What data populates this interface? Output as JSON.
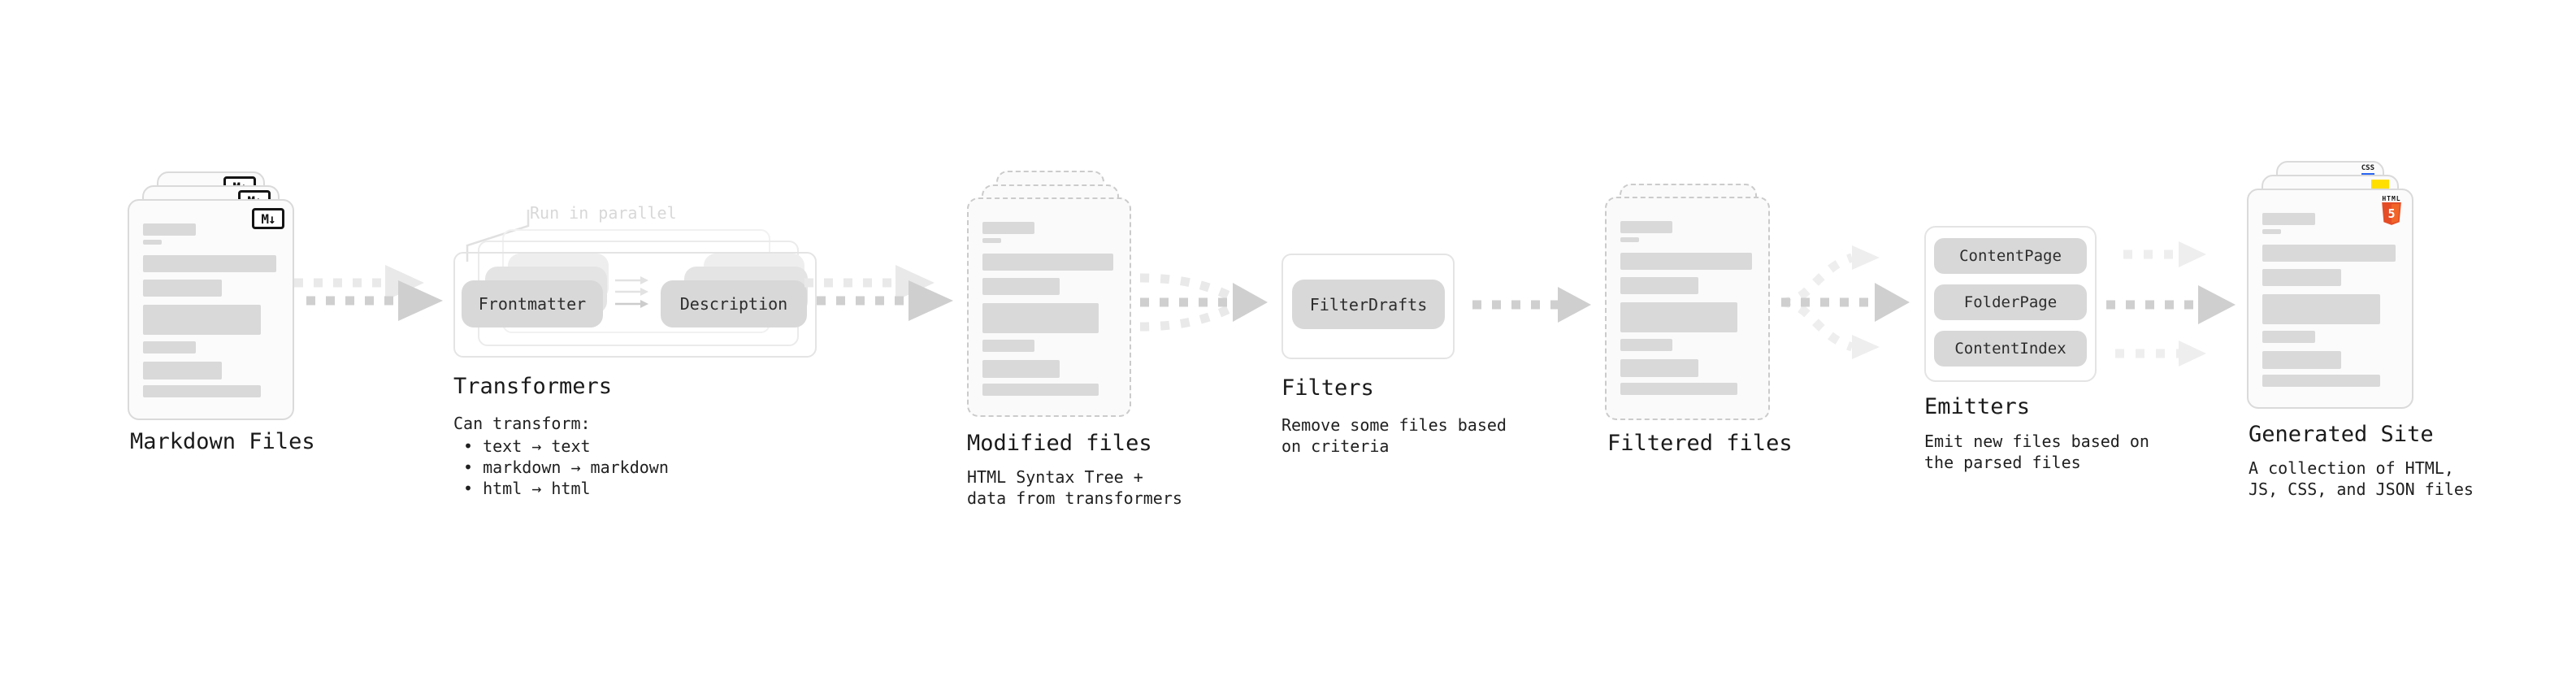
{
  "stages": {
    "markdown_files": {
      "label": "Markdown Files"
    },
    "transformers": {
      "label": "Transformers",
      "note": "Run in parallel",
      "pills": {
        "from": "Frontmatter",
        "to": "Description"
      },
      "description_title": "Can transform:",
      "bullets": [
        "• text → text",
        "• markdown → markdown",
        "• html → html"
      ]
    },
    "modified_files": {
      "label": "Modified files",
      "description_lines": [
        "HTML Syntax Tree +",
        "data from transformers"
      ]
    },
    "filters": {
      "label": "Filters",
      "pill": "FilterDrafts",
      "description_lines": [
        "Remove some files based",
        "on criteria"
      ]
    },
    "filtered_files": {
      "label": "Filtered files"
    },
    "emitters": {
      "label": "Emitters",
      "pills": [
        "ContentPage",
        "FolderPage",
        "ContentIndex"
      ],
      "description_lines": [
        "Emit new files based on",
        "the parsed files"
      ]
    },
    "generated_site": {
      "label": "Generated Site",
      "description_lines": [
        "A collection of HTML,",
        "JS, CSS, and JSON files"
      ]
    }
  },
  "icons": {
    "markdown_badge": "M↓",
    "html5_text": "HTML",
    "html5_number": "5",
    "css_text": "CSS"
  },
  "colors": {
    "html5_orange": "#e44d26",
    "html5_orange_light": "#f16529",
    "js_yellow": "#ffdf00",
    "css_blue": "#2965f1",
    "badge_black": "#141414",
    "arrow_dark": "#cfcfcf",
    "arrow_light": "#e9e9e9"
  }
}
